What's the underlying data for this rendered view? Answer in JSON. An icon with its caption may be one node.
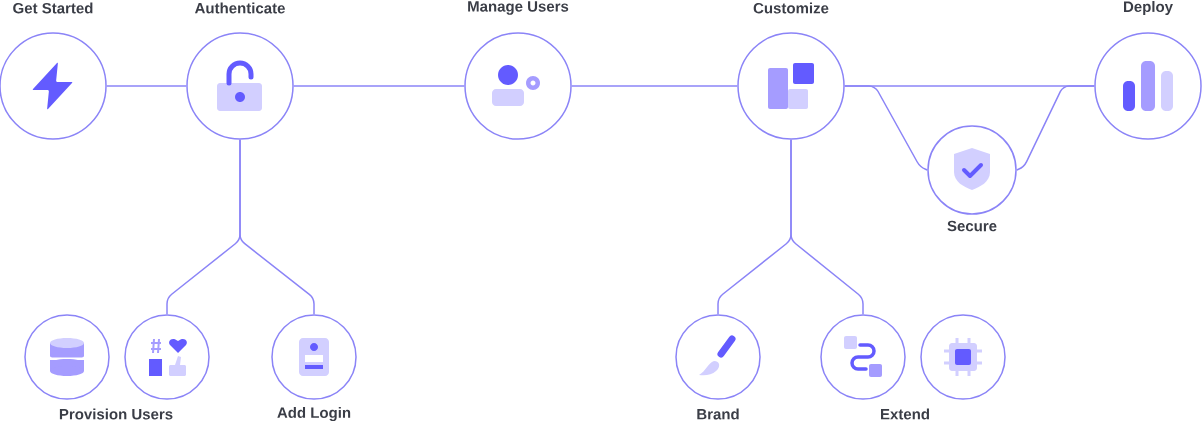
{
  "diagram": {
    "nodes": [
      {
        "text": [
          "Get Started"
        ]
      },
      {
        "text": [
          "Authenticate"
        ]
      },
      {
        "text": [
          "Manage Users"
        ]
      },
      {
        "text": [
          "Customize"
        ]
      },
      {
        "text": [
          "Deploy"
        ]
      },
      {
        "text": [
          "Secure"
        ]
      },
      {
        "text": [],
        "shape": "circle"
      },
      {
        "text": [],
        "shape": "circle"
      },
      {
        "text": [
          "Add Login"
        ]
      },
      {
        "text": [
          "Brand"
        ]
      },
      {
        "text": [],
        "shape": "circle"
      },
      {
        "text": [],
        "shape": "circle"
      }
    ],
    "edges": [
      {
        "from": 0,
        "to": 1,
        "arrow": "none"
      },
      {
        "from": 1,
        "to": 2,
        "arrow": "none"
      },
      {
        "from": 2,
        "to": 3,
        "arrow": "none"
      },
      {
        "from": 3,
        "to": 4,
        "arrow": "none"
      },
      {
        "from": 3,
        "to": 5,
        "arrow": "none"
      },
      {
        "from": 5,
        "to": 4,
        "arrow": "none"
      },
      {
        "from": 1,
        "to": 7,
        "arrow": "none"
      },
      {
        "from": 1,
        "to": 8,
        "arrow": "none"
      },
      {
        "from": 3,
        "to": 9,
        "arrow": "none"
      },
      {
        "from": 3,
        "to": 10,
        "arrow": "none"
      }
    ],
    "labels": [
      "Provision Users",
      "Extend"
    ]
  }
}
